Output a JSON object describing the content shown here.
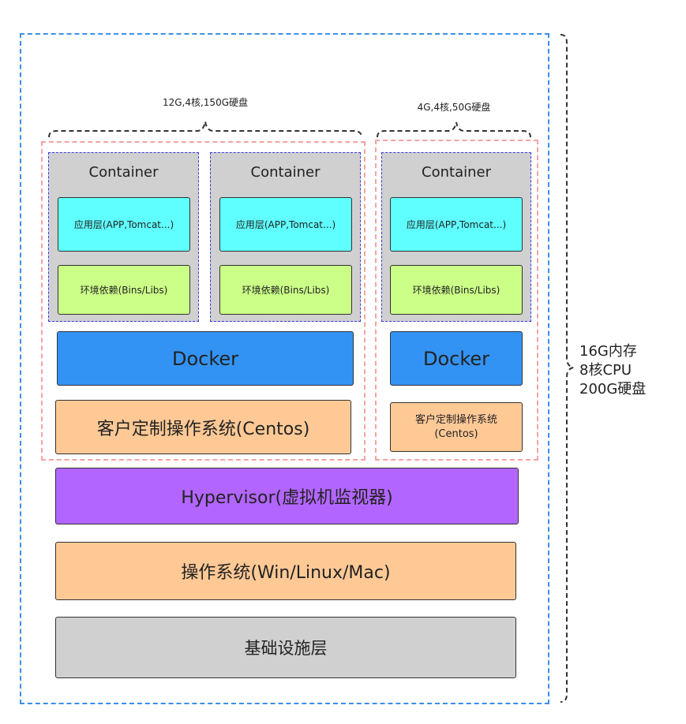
{
  "host_spec": "16G内存\n8核CPU\n200G硬盘",
  "vm1": {
    "spec": "12G,4核,150G硬盘",
    "containers": [
      {
        "title": "Container",
        "app": "应用层(APP,Tomcat...)",
        "deps": "环境依赖(Bins/Libs)"
      },
      {
        "title": "Container",
        "app": "应用层(APP,Tomcat...)",
        "deps": "环境依赖(Bins/Libs)"
      }
    ],
    "docker": "Docker",
    "os": "客户定制操作系统(Centos)"
  },
  "vm2": {
    "spec": "4G,4核,50G硬盘",
    "container": {
      "title": "Container",
      "app": "应用层(APP,Tomcat...)",
      "deps": "环境依赖(Bins/Libs)"
    },
    "docker": "Docker",
    "os_line1": "客户定制操作系统",
    "os_line2": "(Centos)"
  },
  "hypervisor": "Hypervisor(虚拟机监视器)",
  "host_os": "操作系统(Win/Linux/Mac)",
  "infrastructure": "基础设施层",
  "colors": {
    "app_layer": "#5fffff",
    "deps_layer": "#ccff88",
    "docker": "#3393f5",
    "os": "#ffc996",
    "hypervisor": "#b266ff",
    "infrastructure": "#d0d0d0",
    "container_bg": "#d0d0d0",
    "host_border": "#3d8ee6",
    "vm_border": "#f5a3a3"
  }
}
